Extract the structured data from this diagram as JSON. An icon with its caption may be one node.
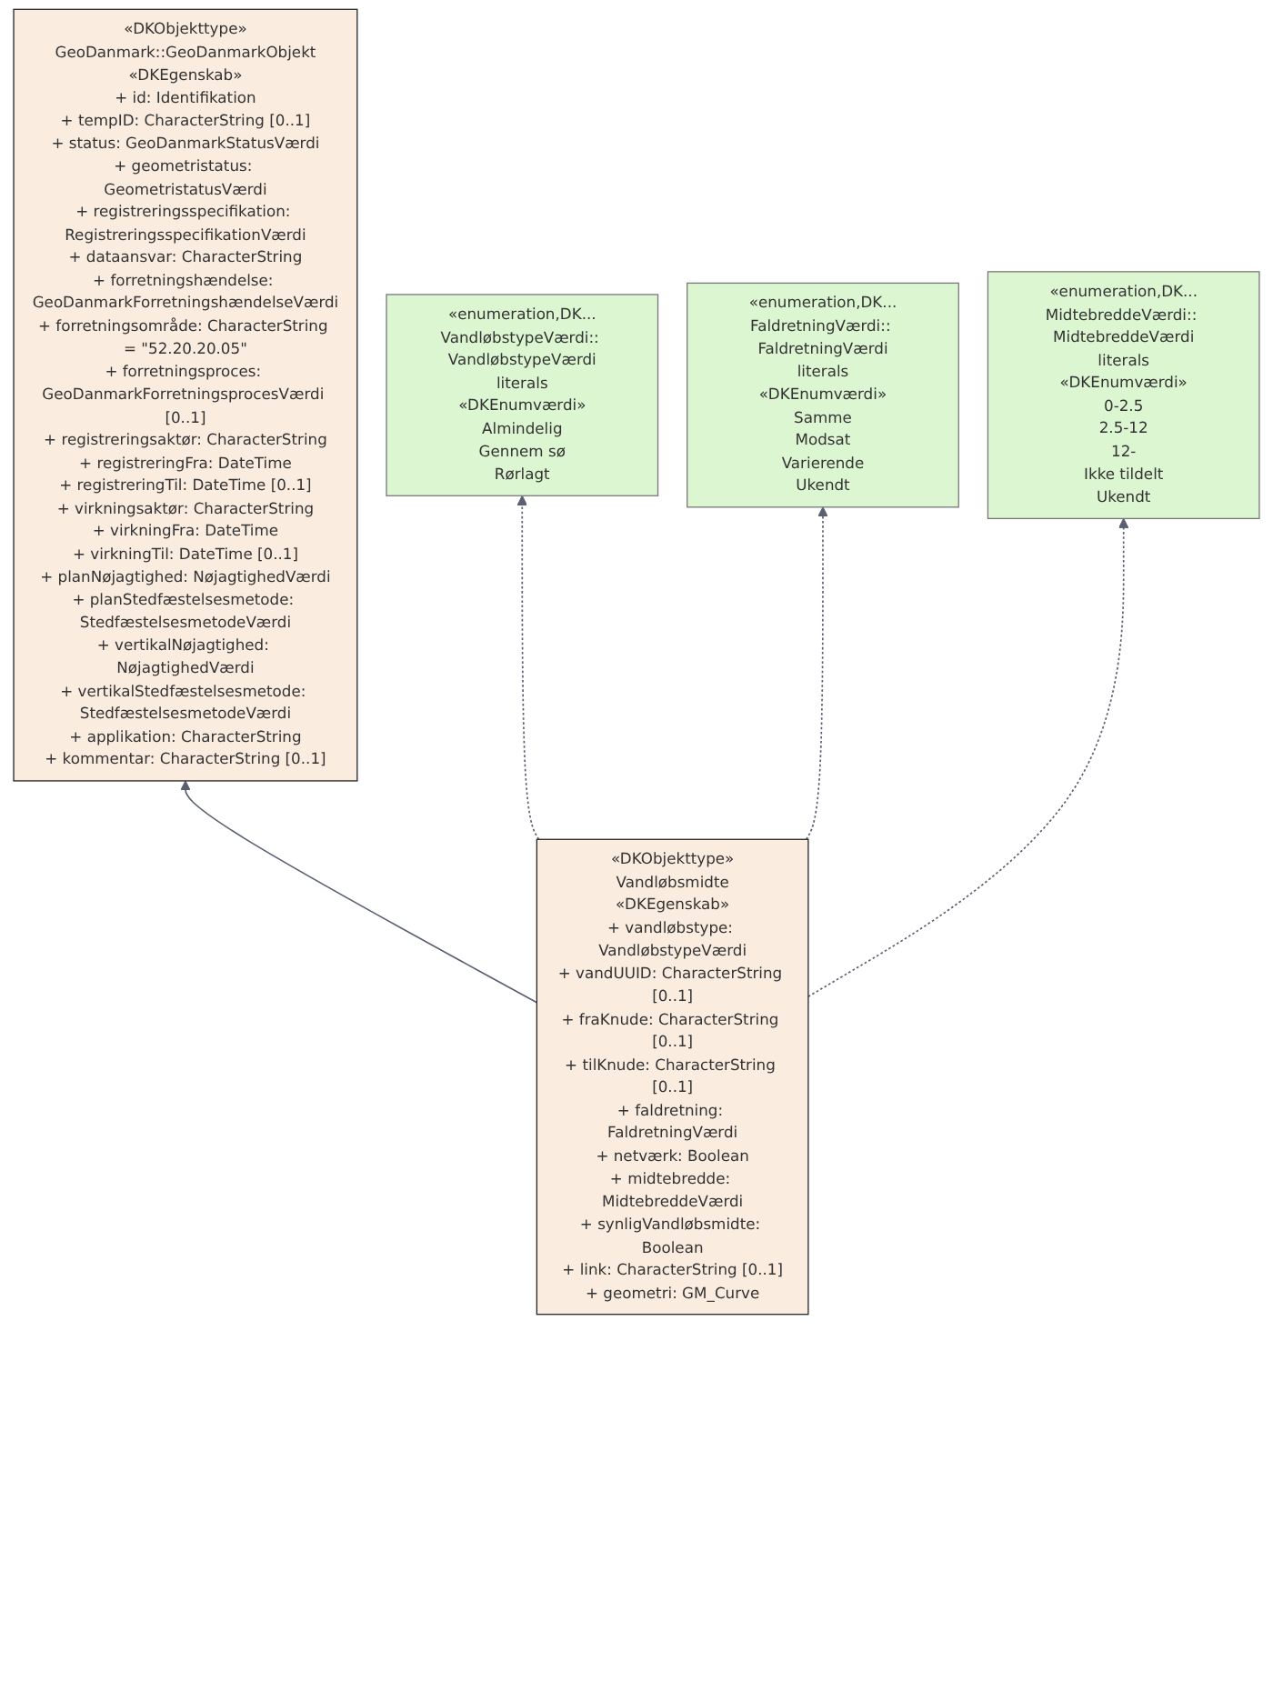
{
  "diagram": {
    "nodes": [
      {
        "text": [
          "«DKObjekttype»",
          "GeoDanmark::GeoDanmarkObjekt",
          "«DKEgenskab»",
          "+ id: Identifikation",
          "+ tempID: CharacterString [0..1]",
          "+ status: GeoDanmarkStatusVærdi",
          "+ geometristatus: GeometristatusVærdi",
          "+ registreringsspecifikation: RegistreringsspecifikationVærdi",
          "+ dataansvar: CharacterString",
          "+ forretningshændelse: GeoDanmarkForretningshændelseVærdi",
          "+ forretningsområde: CharacterString = \"52.20.20.05\"",
          "+ forretningsproces: GeoDanmarkForretningsprocesVærdi [0..1]",
          "+ registreringsaktør: CharacterString",
          "+ registreringFra: DateTime",
          "+ registreringTil: DateTime [0..1]",
          "+ virkningsaktør: CharacterString",
          "+ virkningFra: DateTime",
          "+ virkningTil: DateTime [0..1]",
          "+ planNøjagtighed: NøjagtighedVærdi",
          "+ planStedfæstelsesmetode: StedfæstelsesmetodeVærdi",
          "+ vertikalNøjagtighed: NøjagtighedVærdi",
          "+ vertikalStedfæstelsesmetode: StedfæstelsesmetodeVærdi",
          "+ applikation: CharacterString",
          "+ kommentar: CharacterString [0..1]"
        ]
      },
      {
        "text": [
          "«DKObjekttype»",
          "Vandløbsmidte",
          "«DKEgenskab»",
          "+ vandløbstype: VandløbstypeVærdi",
          "+ vandUUID: CharacterString [0..1]",
          "+ fraKnude: CharacterString [0..1]",
          "+ tilKnude: CharacterString [0..1]",
          "+ faldretning: FaldretningVærdi",
          "+ netværk: Boolean",
          "+ midtebredde: MidtebreddeVærdi",
          "+ synligVandløbsmidte: Boolean",
          "+ link: CharacterString [0..1]",
          "+ geometri: GM_Curve"
        ]
      },
      {
        "text": [
          "«enumeration,DK...",
          "VandløbstypeVærdi:: VandløbstypeVærdi",
          "literals",
          "«DKEnumværdi»",
          "Almindelig",
          "Gennem sø",
          "Rørlagt"
        ]
      },
      {
        "text": [
          "«enumeration,DK...",
          "FaldretningVærdi:: FaldretningVærdi",
          "literals",
          "«DKEnumværdi»",
          "Samme",
          "Modsat",
          "Varierende",
          "Ukendt"
        ]
      },
      {
        "text": [
          "«enumeration,DK...",
          "MidtebreddeVærdi:: MidtebreddeVærdi",
          "literals",
          "«DKEnumværdi»",
          "0-2.5",
          "2.5-12",
          "12-",
          "Ikke tildelt",
          "Ukendt"
        ]
      }
    ],
    "edges": [
      {
        "from": 1,
        "to": 0,
        "arrow": "to"
      },
      {
        "from": 1,
        "to": 2,
        "arrow": "to",
        "style": "dashed"
      },
      {
        "from": 1,
        "to": 3,
        "arrow": "to",
        "style": "dashed"
      },
      {
        "from": 1,
        "to": 4,
        "arrow": "to",
        "style": "dashed"
      }
    ]
  }
}
